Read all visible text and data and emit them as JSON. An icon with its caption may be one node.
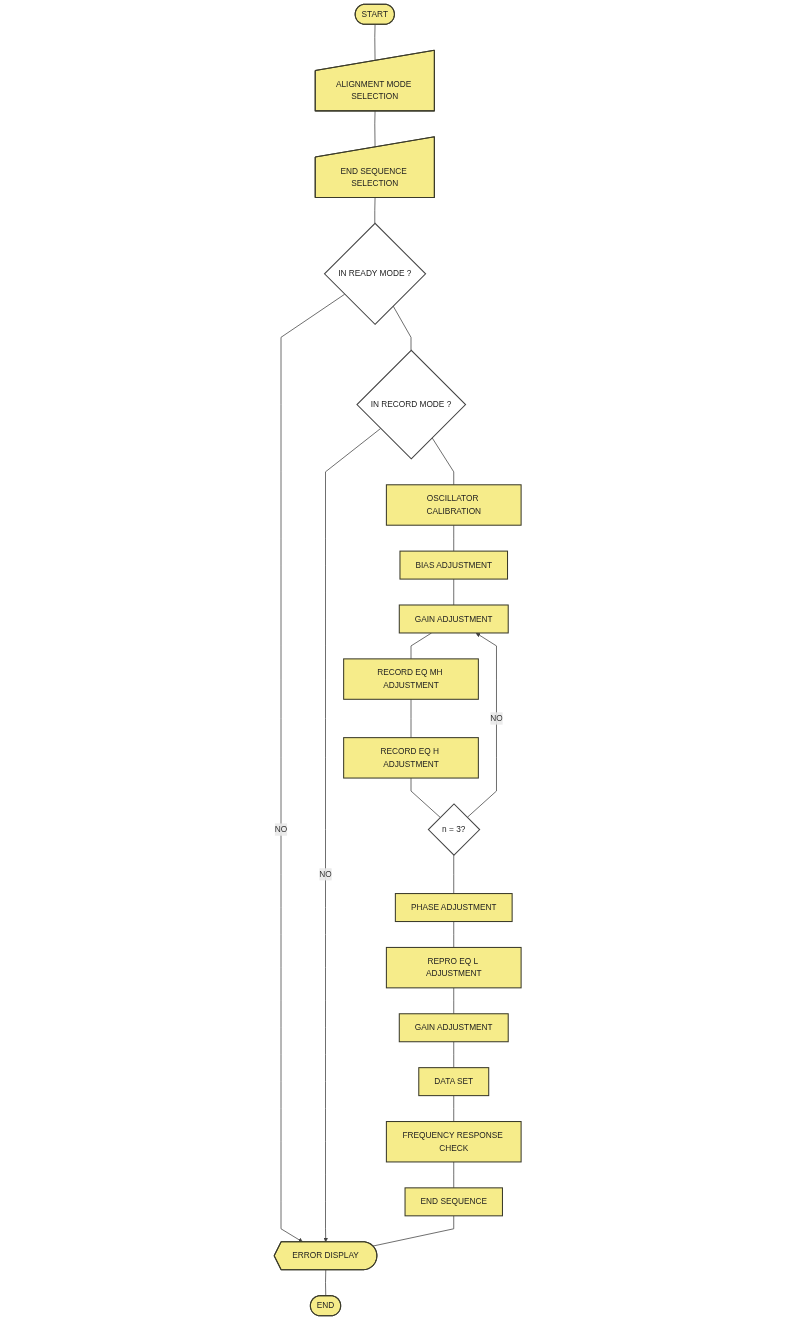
{
  "diagram": {
    "nodes": [
      {
        "text": [
          "START"
        ]
      },
      {
        "text": [
          "ALIGNMENT MODE SELECTION"
        ]
      },
      {
        "text": [
          "END SEQUENCE SELECTION"
        ]
      },
      {
        "text": [
          "IN READY MODE ?"
        ]
      },
      {
        "text": [
          "IN RECORD MODE ?"
        ]
      },
      {
        "text": [
          "OSCILLATOR CALIBRATION"
        ]
      },
      {
        "text": [
          "BIAS ADJUSTMENT"
        ]
      },
      {
        "text": [
          "GAIN ADJUSTMENT"
        ]
      },
      {
        "text": [
          "RECORD EQ MH ADJUSTMENT"
        ]
      },
      {
        "text": [
          "RECORD EQ H ADJUSTMENT"
        ]
      },
      {
        "text": [
          "n = 3?"
        ]
      },
      {
        "text": [
          "PHASE ADJUSTMENT"
        ]
      },
      {
        "text": [
          "REPRO EQ L ADJUSTMENT"
        ]
      },
      {
        "text": [
          "GAIN ADJUSTMENT"
        ]
      },
      {
        "text": [
          "DATA SET"
        ]
      },
      {
        "text": [
          "FREQUENCY RESPONSE CHECK"
        ]
      },
      {
        "text": [
          "END SEQUENCE"
        ]
      },
      {
        "text": [
          "ERROR DISPLAY"
        ]
      },
      {
        "text": [
          "END"
        ]
      }
    ],
    "edges": [
      {
        "from": 0,
        "to": 1,
        "arrow": "none"
      },
      {
        "from": 1,
        "to": 2,
        "arrow": "none"
      },
      {
        "from": 2,
        "to": 3,
        "arrow": "none"
      },
      {
        "from": 3,
        "to": 4,
        "arrow": "none"
      },
      {
        "from": 3,
        "to": 17,
        "arrow": "to",
        "label": "NO"
      },
      {
        "from": 4,
        "to": 17,
        "arrow": "to",
        "label": "NO"
      },
      {
        "from": 4,
        "to": 5,
        "arrow": "none"
      },
      {
        "from": 5,
        "to": 6,
        "arrow": "none"
      },
      {
        "from": 6,
        "to": 7,
        "arrow": "none"
      },
      {
        "from": 7,
        "to": 8,
        "arrow": "none"
      },
      {
        "from": 8,
        "to": 9,
        "arrow": "none"
      },
      {
        "from": 9,
        "to": 10,
        "arrow": "none"
      },
      {
        "from": 10,
        "to": 7,
        "arrow": "to",
        "label": "NO"
      },
      {
        "from": 10,
        "to": 11,
        "arrow": "none"
      },
      {
        "from": 11,
        "to": 12,
        "arrow": "none"
      },
      {
        "from": 12,
        "to": 13,
        "arrow": "none"
      },
      {
        "from": 13,
        "to": 14,
        "arrow": "none"
      },
      {
        "from": 14,
        "to": 15,
        "arrow": "none"
      },
      {
        "from": 15,
        "to": 16,
        "arrow": "none"
      },
      {
        "from": 16,
        "to": 17,
        "arrow": "none"
      },
      {
        "from": 17,
        "to": 18,
        "arrow": "none"
      }
    ]
  }
}
